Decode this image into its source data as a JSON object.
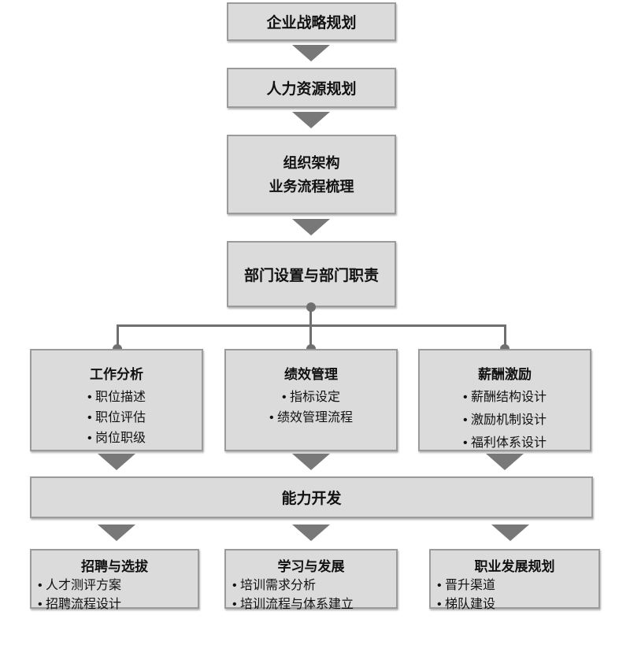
{
  "top_flow": [
    {
      "label": "企业战略规划"
    },
    {
      "label": "人力资源规划"
    },
    {
      "lines": [
        "组织架构",
        "业务流程梳理"
      ]
    },
    {
      "label": "部门设置与部门职责"
    }
  ],
  "middle_columns": [
    {
      "title": "工作分析",
      "items": [
        "职位描述",
        "职位评估",
        "岗位职级"
      ]
    },
    {
      "title": "绩效管理",
      "items": [
        "指标设定",
        "绩效管理流程"
      ]
    },
    {
      "title": "薪酬激励",
      "items": [
        "薪酬结构设计",
        "激励机制设计",
        "福利体系设计"
      ]
    }
  ],
  "capability_bar": {
    "label": "能力开发"
  },
  "bottom_columns": [
    {
      "title": "招聘与选拔",
      "items": [
        "人才测评方案",
        "招聘流程设计"
      ]
    },
    {
      "title": "学习与发展",
      "items": [
        "培训需求分析",
        "培训流程与体系建立"
      ]
    },
    {
      "title": "职业发展规划",
      "items": [
        "晋升渠道",
        "梯队建设"
      ]
    }
  ],
  "colors": {
    "box_fill": "#dbdbdb",
    "box_border": "#9a9a9a",
    "arrow": "#787878",
    "connector": "#6f6f6f",
    "text": "#111111",
    "background": "#ffffff"
  }
}
